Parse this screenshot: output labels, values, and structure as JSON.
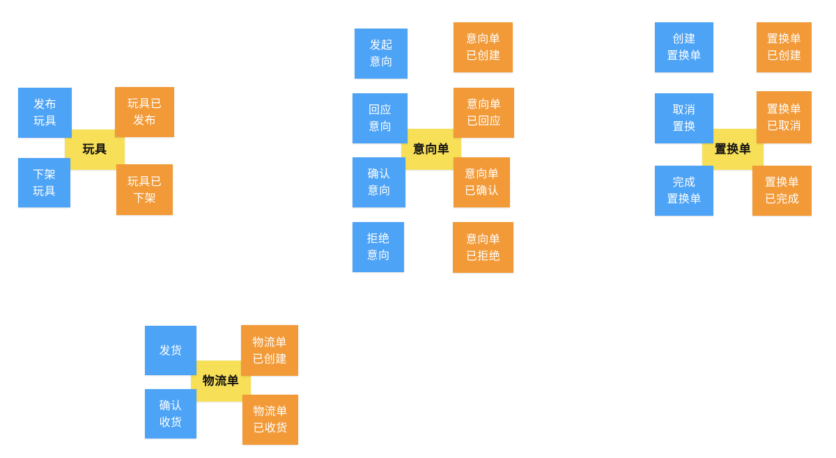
{
  "colors": {
    "command": "#4da3f5",
    "event": "#f29a38",
    "aggregate": "#f7df58"
  },
  "groups": {
    "toy": {
      "aggregate": "玩具",
      "commands": [
        "发布\n玩具",
        "下架\n玩具"
      ],
      "events": [
        "玩具已\n发布",
        "玩具已\n下架"
      ]
    },
    "intent": {
      "aggregate": "意向单",
      "commands": [
        "发起\n意向",
        "回应\n意向",
        "确认\n意向",
        "拒绝\n意向"
      ],
      "events": [
        "意向单\n已创建",
        "意向单\n已回应",
        "意向单\n已确认",
        "意向单\n已拒绝"
      ]
    },
    "exchange": {
      "aggregate": "置换单",
      "commands": [
        "创建\n置换单",
        "取消\n置换",
        "完成\n置换单"
      ],
      "events": [
        "置换单\n已创建",
        "置换单\n已取消",
        "置换单\n已完成"
      ]
    },
    "logistics": {
      "aggregate": "物流单",
      "commands": [
        "发货",
        "确认\n收货"
      ],
      "events": [
        "物流单\n已创建",
        "物流单\n已收货"
      ]
    }
  }
}
